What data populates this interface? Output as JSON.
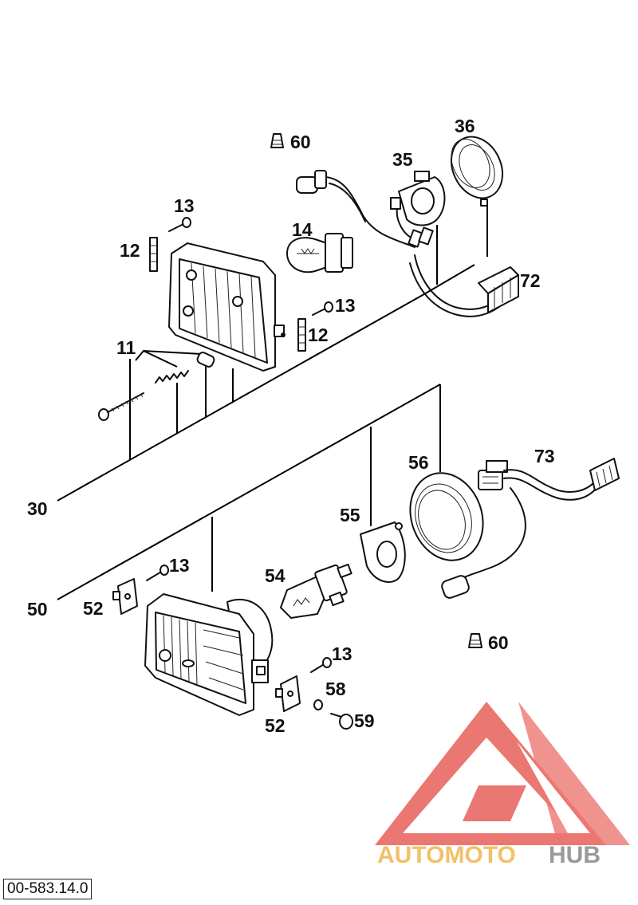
{
  "diagram": {
    "callouts": {
      "c60_top": "60",
      "c36": "36",
      "c35": "35",
      "c13_top": "13",
      "c14": "14",
      "c12_left": "12",
      "c72": "72",
      "c13_mid": "13",
      "c12_right": "12",
      "c11": "11",
      "c30": "30",
      "c73": "73",
      "c56": "56",
      "c55": "55",
      "c13_low": "13",
      "c54": "54",
      "c50": "50",
      "c52_left": "52",
      "c13_bottom": "13",
      "c58": "58",
      "c59": "59",
      "c52_bottom": "52",
      "c60_bottom": "60"
    },
    "drawing_number": "00-583.14.0"
  },
  "watermark": {
    "text_part1": "AUTOMOTO",
    "text_part2": "HUB",
    "colors": {
      "logo_red": "#e8605a",
      "text_orange": "#f2c06a",
      "text_pink": "#f4a0a0",
      "text_gray": "#9a9a9a"
    }
  }
}
